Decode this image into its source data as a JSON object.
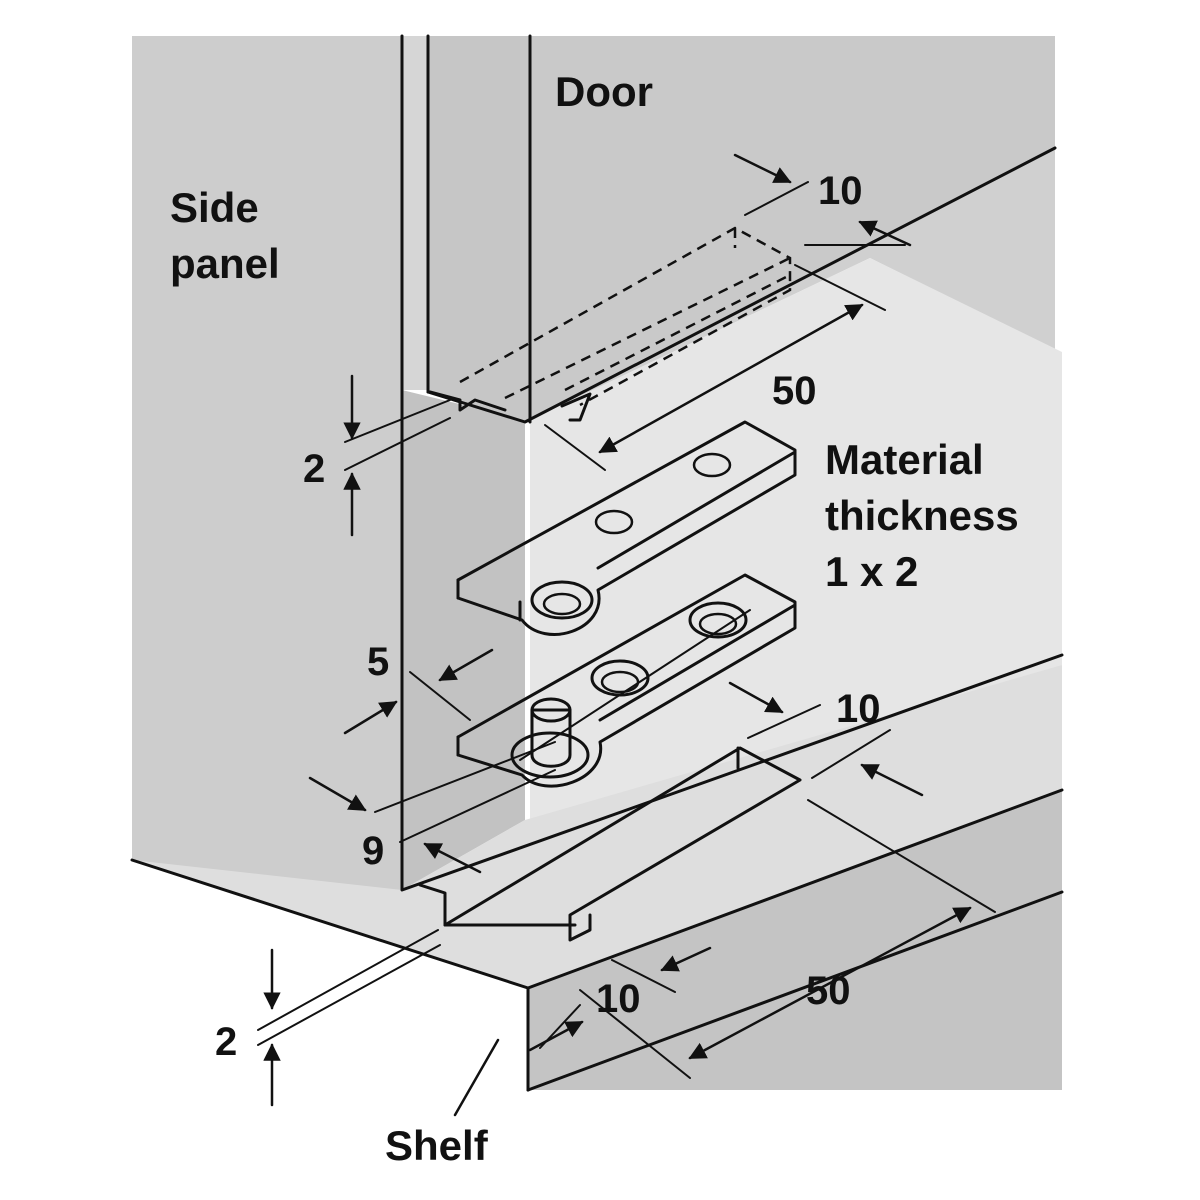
{
  "labels": {
    "door": "Door",
    "side_panel_1": "Side",
    "side_panel_2": "panel",
    "material_1": "Material",
    "material_2": "thickness",
    "material_3": "1 x 2",
    "shelf": "Shelf"
  },
  "dimensions": {
    "door_depth": "10",
    "door_length": "50",
    "door_gap": "2",
    "pin_offset": "5",
    "pin_spacing": "9",
    "shelf_depth_upper": "10",
    "shelf_depth_lower": "10",
    "shelf_length": "50",
    "shelf_gap": "2"
  },
  "colors": {
    "background": "#ffffff",
    "side_panel": "#cdcdcd",
    "door": "#c6c6c6",
    "shelf_top": "#dedede",
    "shelf_front": "#c4c4c4",
    "hinge": "#f4f4f4",
    "line": "#111111"
  }
}
